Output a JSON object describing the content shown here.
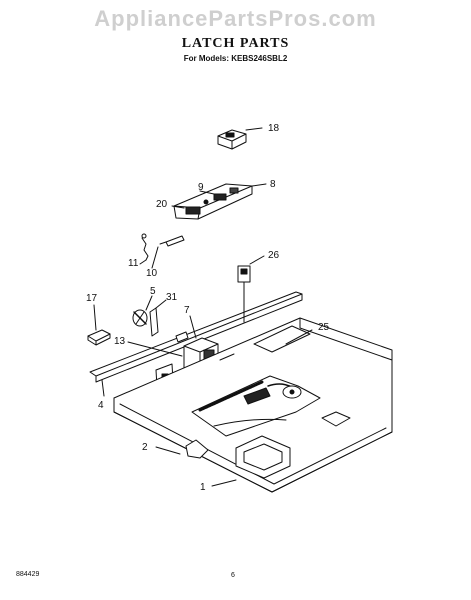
{
  "watermark": "AppliancePartsPros.com",
  "title": "LATCH PARTS",
  "subtitle": "For Models: KEBS246SBL2",
  "callouts": {
    "c18": "18",
    "c8": "8",
    "c9": "9",
    "c20": "20",
    "c26": "26",
    "c11": "11",
    "c10": "10",
    "c5": "5",
    "c17": "17",
    "c31": "31",
    "c7": "7",
    "c25": "25",
    "c13": "13",
    "c4": "4",
    "c2": "2",
    "c1": "1"
  },
  "footer": {
    "code": "884429",
    "page": "6"
  }
}
